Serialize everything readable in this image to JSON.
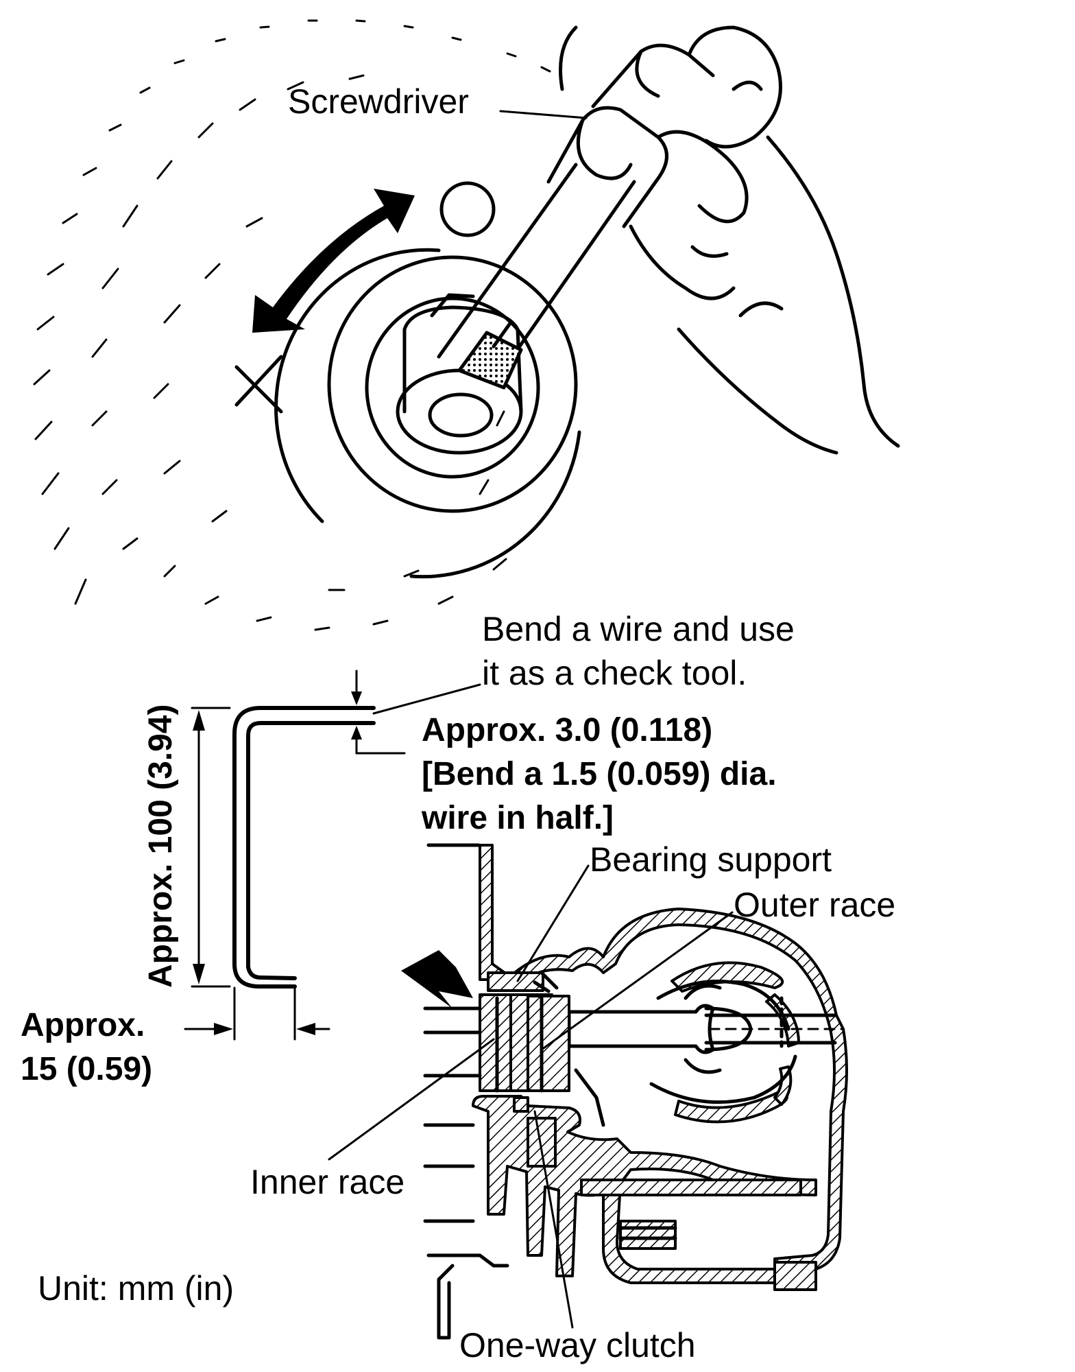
{
  "labels": {
    "screwdriver": "Screwdriver",
    "check_tool_line1": "Bend a wire and use",
    "check_tool_line2": "it as a check tool.",
    "tip_dim_line1": "Approx. 3.0 (0.118)",
    "tip_dim_line2": "[Bend a 1.5 (0.059) dia.",
    "tip_dim_line3": "wire in half.]",
    "length_dim": "Approx. 100 (3.94)",
    "foot_dim_line1": "Approx.",
    "foot_dim_line2": "15 (0.59)",
    "bearing_support": "Bearing support",
    "outer_race": "Outer race",
    "inner_race": "Inner race",
    "one_way_clutch": "One-way clutch",
    "unit": "Unit: mm (in)"
  },
  "icons": {
    "rotate": "double-arrow-icon",
    "prohibited": "x-mark-icon",
    "insert_point": "insert-arrow-icon"
  }
}
